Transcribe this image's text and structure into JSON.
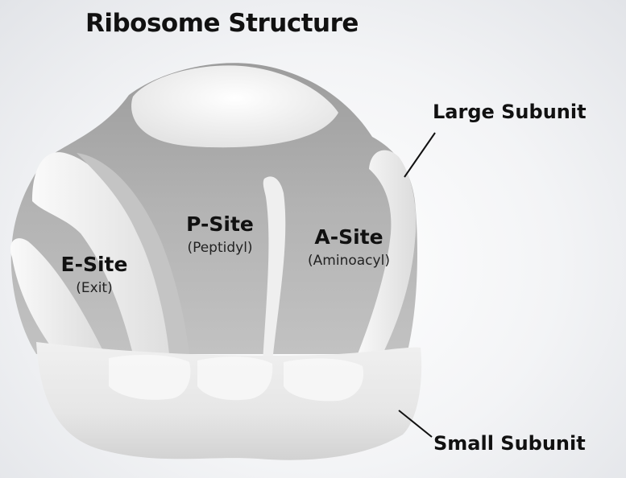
{
  "title": "Ribosome Structure",
  "large_subunit_label": "Large Subunit",
  "small_subunit_label": "Small Subunit",
  "sites": [
    {
      "name": "E-Site",
      "subtitle": "(Exit)"
    },
    {
      "name": "P-Site",
      "subtitle": "(Peptidyl)"
    },
    {
      "name": "A-Site",
      "subtitle": "(Aminoacyl)"
    }
  ],
  "colors": {
    "large_subunit": "#a9a9a9",
    "small_subunit": "#e8e8e8",
    "highlight": "#f6f6f6",
    "text": "#111111"
  }
}
